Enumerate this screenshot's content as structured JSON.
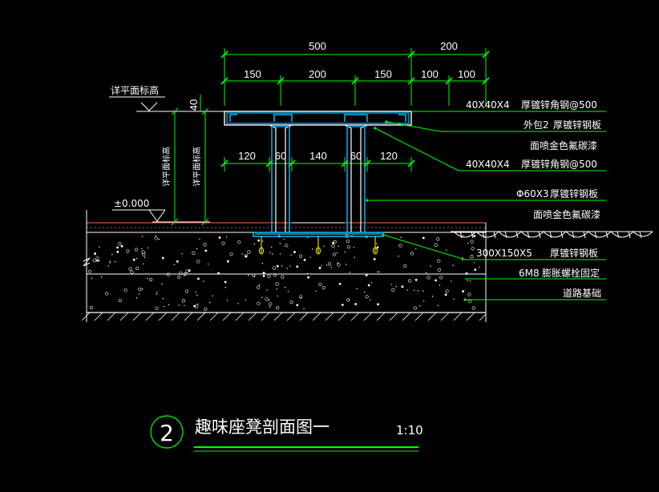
{
  "colors": {
    "background": "#000000",
    "dimension": "#00ff00",
    "outline": "#ffffff",
    "structure": "#00bfff",
    "finish": "#ff6a3d",
    "bolt": "#ffff00",
    "leader": "#00ff00"
  },
  "dims_top": {
    "overall_left": "500",
    "overall_right": "200",
    "seg": [
      "150",
      "200",
      "150",
      "100",
      "100"
    ]
  },
  "dims_mid": [
    "120",
    "60",
    "140",
    "60",
    "120"
  ],
  "elevation": {
    "top_label": "详平面标高",
    "top_dim": "40",
    "vert1": "详平面标高",
    "vert2": "详平面标高",
    "zero": "±0.000"
  },
  "notes": [
    {
      "spec": "40X40X4",
      "text": "厚镀锌角钢@500"
    },
    {
      "spec": "外包2",
      "text": "厚镀锌钢板"
    },
    {
      "spec": "",
      "text": "面喷金色氟碳漆"
    },
    {
      "spec": "40X40X4",
      "text": "厚镀锌角钢@500"
    },
    {
      "spec": "Φ60X3",
      "text": "厚镀锌钢板"
    },
    {
      "spec": "",
      "text": "面喷金色氟碳漆"
    },
    {
      "spec": "300X150X5",
      "text": "厚镀锌钢板"
    },
    {
      "spec": "6M8",
      "text": "膨胀螺栓固定"
    },
    {
      "spec": "",
      "text": "道路基础"
    }
  ],
  "title": {
    "number": "2",
    "name": "趣味座凳剖面图一",
    "scale": "1:10"
  }
}
